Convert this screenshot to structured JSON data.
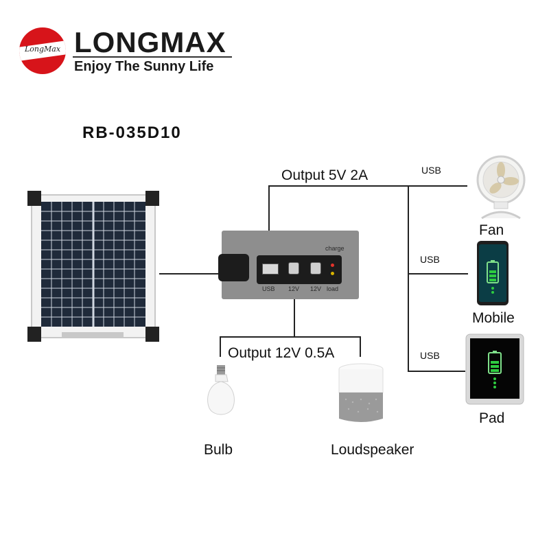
{
  "brand": {
    "logo_script": "LongMax",
    "name": "LONGMAX",
    "tagline": "Enjoy The Sunny Life",
    "logo_color": "#d7141a"
  },
  "model": "RB-035D10",
  "outputs": {
    "usb_output": "Output 5V 2A",
    "dc_output": "Output 12V 0.5A"
  },
  "usb_devices": [
    {
      "connector": "USB",
      "name": "Fan",
      "icon": "desk-fan-icon"
    },
    {
      "connector": "USB",
      "name": "Mobile",
      "icon": "smartphone-icon"
    },
    {
      "connector": "USB",
      "name": "Pad",
      "icon": "tablet-icon"
    }
  ],
  "dc_devices": [
    {
      "name": "Bulb",
      "icon": "light-bulb-icon"
    },
    {
      "name": "Loudspeaker",
      "icon": "loudspeaker-icon"
    }
  ],
  "controller": {
    "charge_label": "charge",
    "port_labels": [
      "USB",
      "12V",
      "12V",
      "load"
    ]
  },
  "accent_battery_color": "#2ecc40"
}
